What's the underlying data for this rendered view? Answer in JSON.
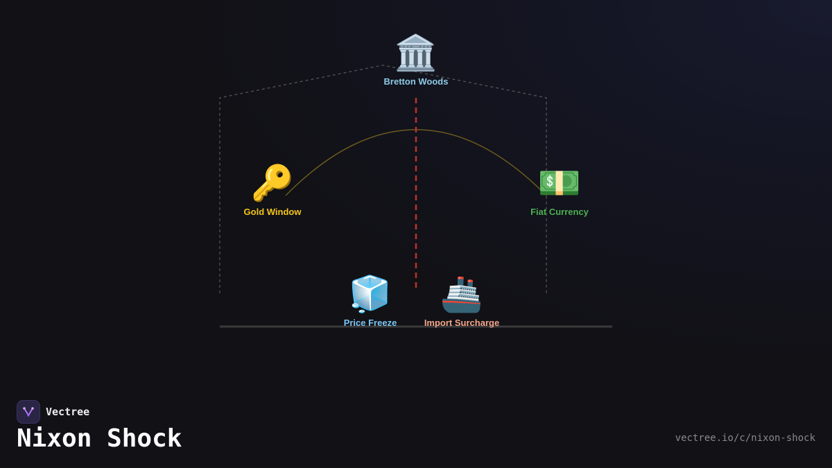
{
  "nodes": {
    "bretton_woods": {
      "icon": "classical-building-icon",
      "emoji": "🏛️",
      "label": "Bretton Woods",
      "color": "#8ecae6"
    },
    "gold_window": {
      "icon": "key-icon",
      "emoji": "🔑",
      "label": "Gold Window",
      "color": "#f5c518"
    },
    "fiat_currency": {
      "icon": "dollar-banknote-icon",
      "emoji": "💵",
      "label": "Fiat Currency",
      "color": "#4caf50"
    },
    "price_freeze": {
      "icon": "ice-cube-icon",
      "emoji": "🧊",
      "label": "Price Freeze",
      "color": "#7cc6f2"
    },
    "import_surcharge": {
      "icon": "ship-icon",
      "emoji": "🚢",
      "label": "Import Surcharge",
      "color": "#f4a58a"
    }
  },
  "colors": {
    "background": "#111116",
    "divider": "#c0302e",
    "arc": "#6b5a1e",
    "outline": "#555555",
    "baseline": "#3a3a3a"
  },
  "brand": {
    "name": "Vectree",
    "logo_icon": "vectree-logo-icon"
  },
  "title": "Nixon Shock",
  "url": "vectree.io/c/nixon-shock"
}
